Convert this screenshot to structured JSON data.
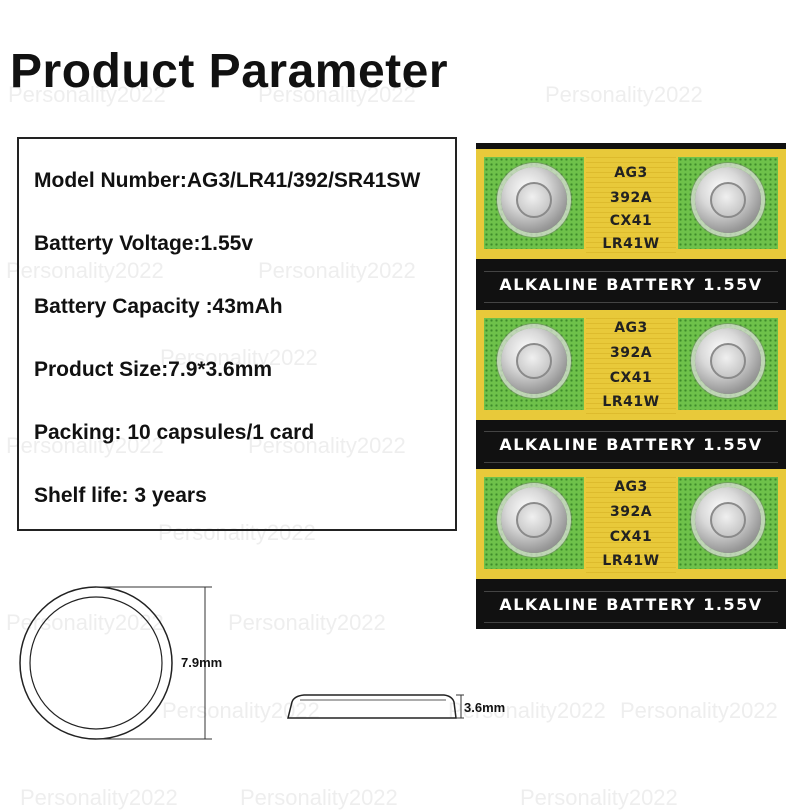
{
  "header": {
    "title": "Product Parameter"
  },
  "watermark": {
    "text": "Personality2022"
  },
  "parameters": [
    "Model Number:AG3/LR41/392/SR41SW",
    "Batterty Voltage:1.55v",
    "Battery Capacity :43mAh",
    "Product Size:7.9*3.6mm",
    "Packing: 10 capsules/1 card",
    "Shelf life: 3 years"
  ],
  "card": {
    "model_codes": [
      "AG3",
      "392A",
      "CX41",
      "LR41W"
    ],
    "strip_label": "ALKALINE BATTERY 1.55V",
    "colors": {
      "green": "#6ec14a",
      "yellow": "#e8c93a",
      "strip": "#111111"
    }
  },
  "dimensions": {
    "diameter": "7.9mm",
    "height": "3.6mm"
  }
}
